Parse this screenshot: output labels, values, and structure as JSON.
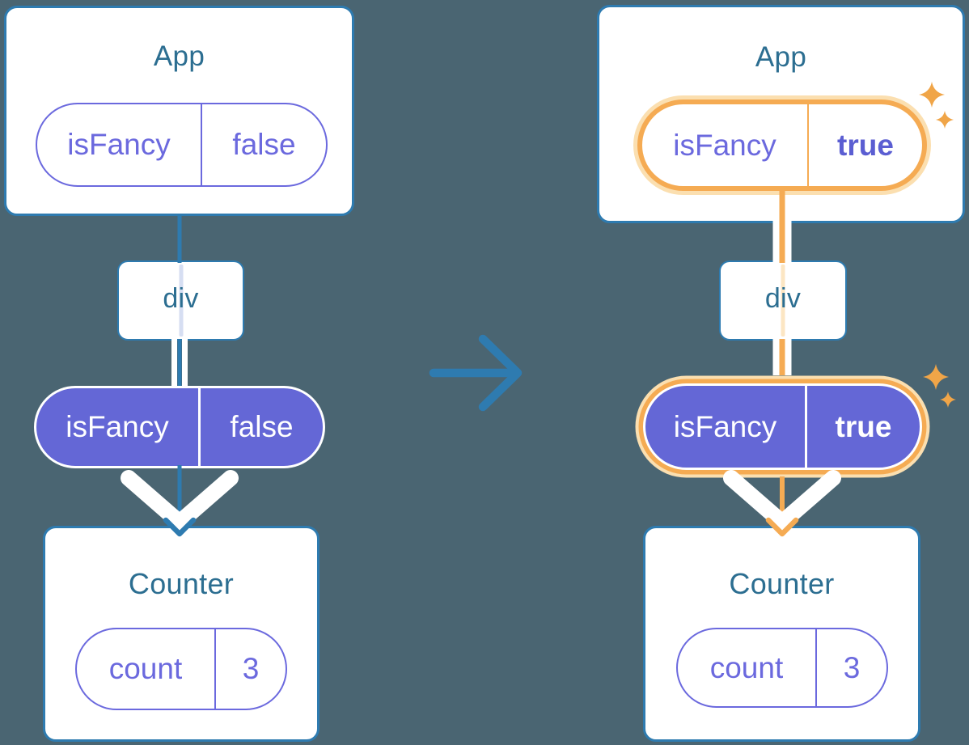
{
  "canvas": {
    "background": "#4a6572"
  },
  "colors": {
    "card_border": "#2e7bb0",
    "title_text": "#2c6e91",
    "tree_edge": "#2e7bb0",
    "prop_purple": "#6b69de",
    "prop_pill_fill": "#6467d6",
    "highlight_orange": "#f5ab53",
    "highlight_glow": "#fbdfb0",
    "prop_flow_white": "#ffffff",
    "through_line_left": "#d6def2",
    "through_line_right": "#fce6c3",
    "value_bold_purple": "#5b5ed2",
    "sparkle_orange": "#f0a548"
  },
  "icons": {
    "transition": "right-arrow-icon",
    "highlight": "sparkles-icon",
    "delivery": "down-chevron-arrow-icon"
  },
  "left_tree": {
    "app": {
      "title": "App",
      "prop_name": "isFancy",
      "prop_value": "false",
      "highlighted": false
    },
    "container": {
      "title": "div"
    },
    "passed_prop": {
      "prop_name": "isFancy",
      "prop_value": "false",
      "highlighted": false
    },
    "counter": {
      "title": "Counter",
      "state_name": "count",
      "state_value": "3"
    }
  },
  "right_tree": {
    "app": {
      "title": "App",
      "prop_name": "isFancy",
      "prop_value": "true",
      "highlighted": true
    },
    "container": {
      "title": "div"
    },
    "passed_prop": {
      "prop_name": "isFancy",
      "prop_value": "true",
      "highlighted": true
    },
    "counter": {
      "title": "Counter",
      "state_name": "count",
      "state_value": "3"
    }
  }
}
